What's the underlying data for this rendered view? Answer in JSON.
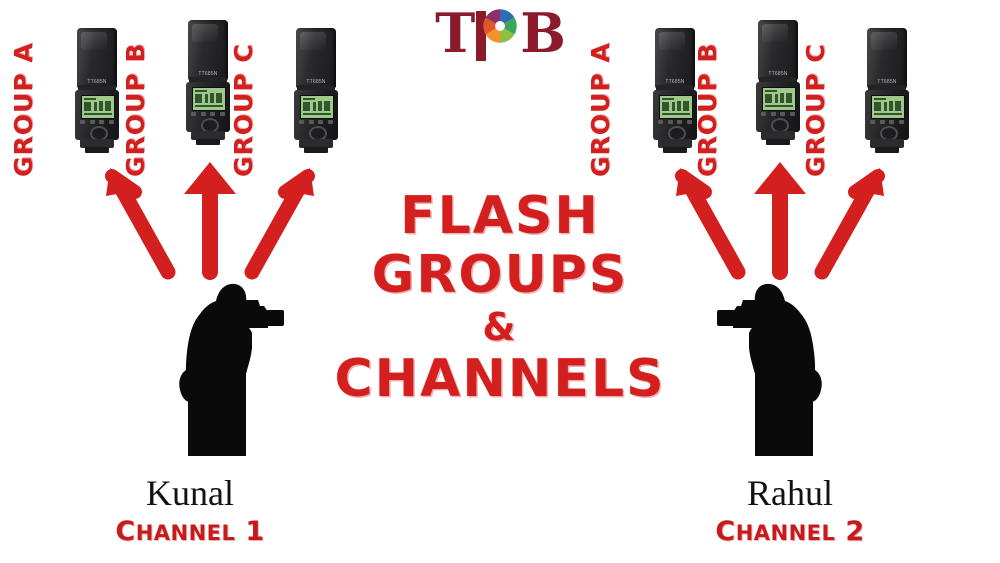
{
  "brand": {
    "logo_text_left": "T",
    "logo_text_right": "B",
    "logo_icon": "camera-aperture-icon",
    "logo_letter_color": "#8B1A2B",
    "aperture_colors": [
      "#8E2E6B",
      "#2E6DB4",
      "#3BA55C",
      "#8FBF3F",
      "#F0932B",
      "#E2562A",
      "#A02020"
    ]
  },
  "headline": {
    "line1": "FLASH",
    "line2": "GROUPS",
    "line3": "&",
    "line4": "CHANNELS",
    "color": "#D41F1F"
  },
  "left_setup": {
    "photographer_name": "Kunal",
    "channel_prefix": "C",
    "channel_word": "HANNEL",
    "channel_number": "1",
    "groups": [
      {
        "label": "GROUP A",
        "flash_model": "TT685N"
      },
      {
        "label": "GROUP B",
        "flash_model": "TT685N"
      },
      {
        "label": "GROUP C",
        "flash_model": "TT685N"
      }
    ]
  },
  "right_setup": {
    "photographer_name": "Rahul",
    "channel_prefix": "C",
    "channel_word": "HANNEL",
    "channel_number": "2",
    "groups": [
      {
        "label": "GROUP A",
        "flash_model": "TT685N"
      },
      {
        "label": "GROUP B",
        "flash_model": "TT685N"
      },
      {
        "label": "GROUP C",
        "flash_model": "TT685N"
      }
    ]
  },
  "arrows": {
    "color": "#D41F1F",
    "count_per_side": 3,
    "directions": [
      "up-left",
      "up",
      "up-right"
    ]
  },
  "background_color": "#FFFFFF"
}
